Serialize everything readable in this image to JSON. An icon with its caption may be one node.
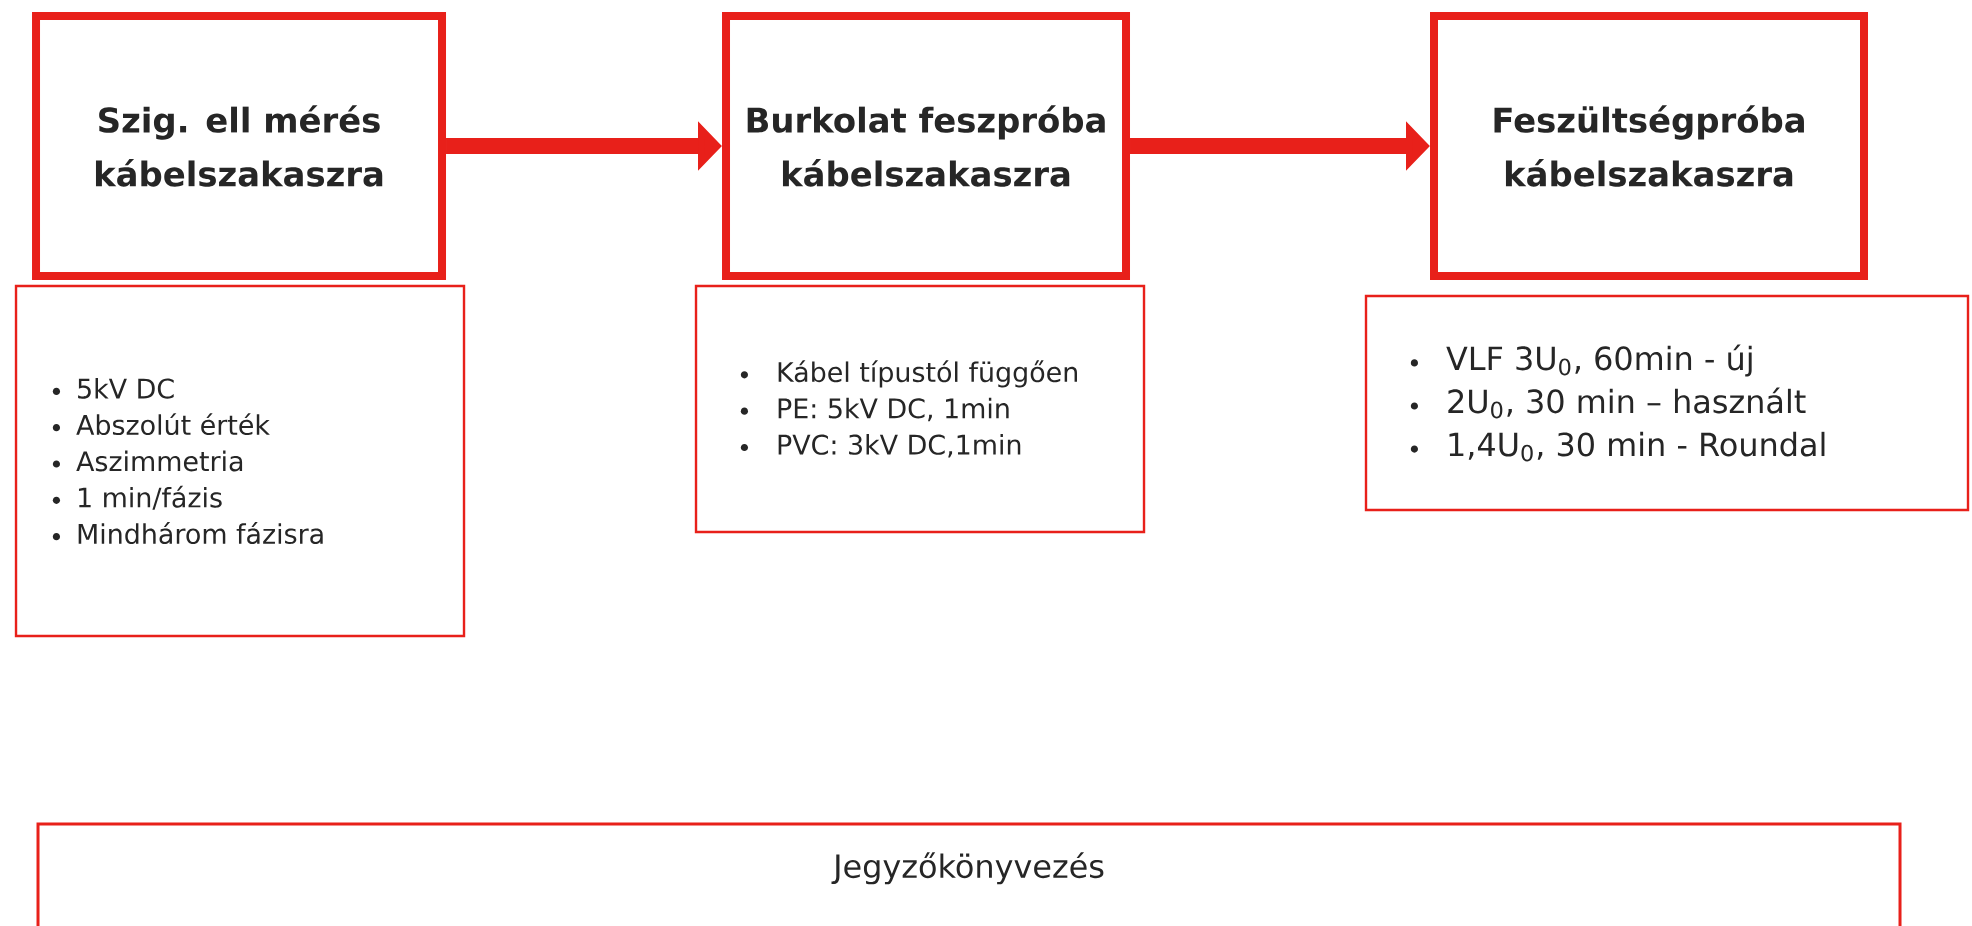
{
  "diagram": {
    "nodes": [
      {
        "text": [
          "Szig. ell mérés kábelszakaszra"
        ]
      },
      {
        "text": [
          "Burkolat feszpróba kábelszakaszra"
        ]
      },
      {
        "text": [
          "Feszültségpróba kábelszakaszra"
        ]
      },
      {
        "text": [
          "5kV DC",
          "Abszolút érték",
          "Aszimmetria",
          "1 min/fázis",
          "Mindhárom fázisra"
        ]
      },
      {
        "text": [
          "Kábel típustól függően",
          "PE: 5kV DC, 1min",
          "PVC: 3kV DC,1min"
        ]
      },
      {
        "text": [
          "VLF 3U$_{0}$, 60min - új",
          "2U$_{0}$, 30 min – használt",
          "1,4U$_{0}$, 30 min - Roundal"
        ]
      },
      {
        "text": [
          "Jegyzőkönyvezés"
        ]
      }
    ],
    "edges": [
      {
        "from": 0,
        "to": 1,
        "arrow": "to"
      },
      {
        "from": 1,
        "to": 2,
        "arrow": "to"
      }
    ]
  }
}
